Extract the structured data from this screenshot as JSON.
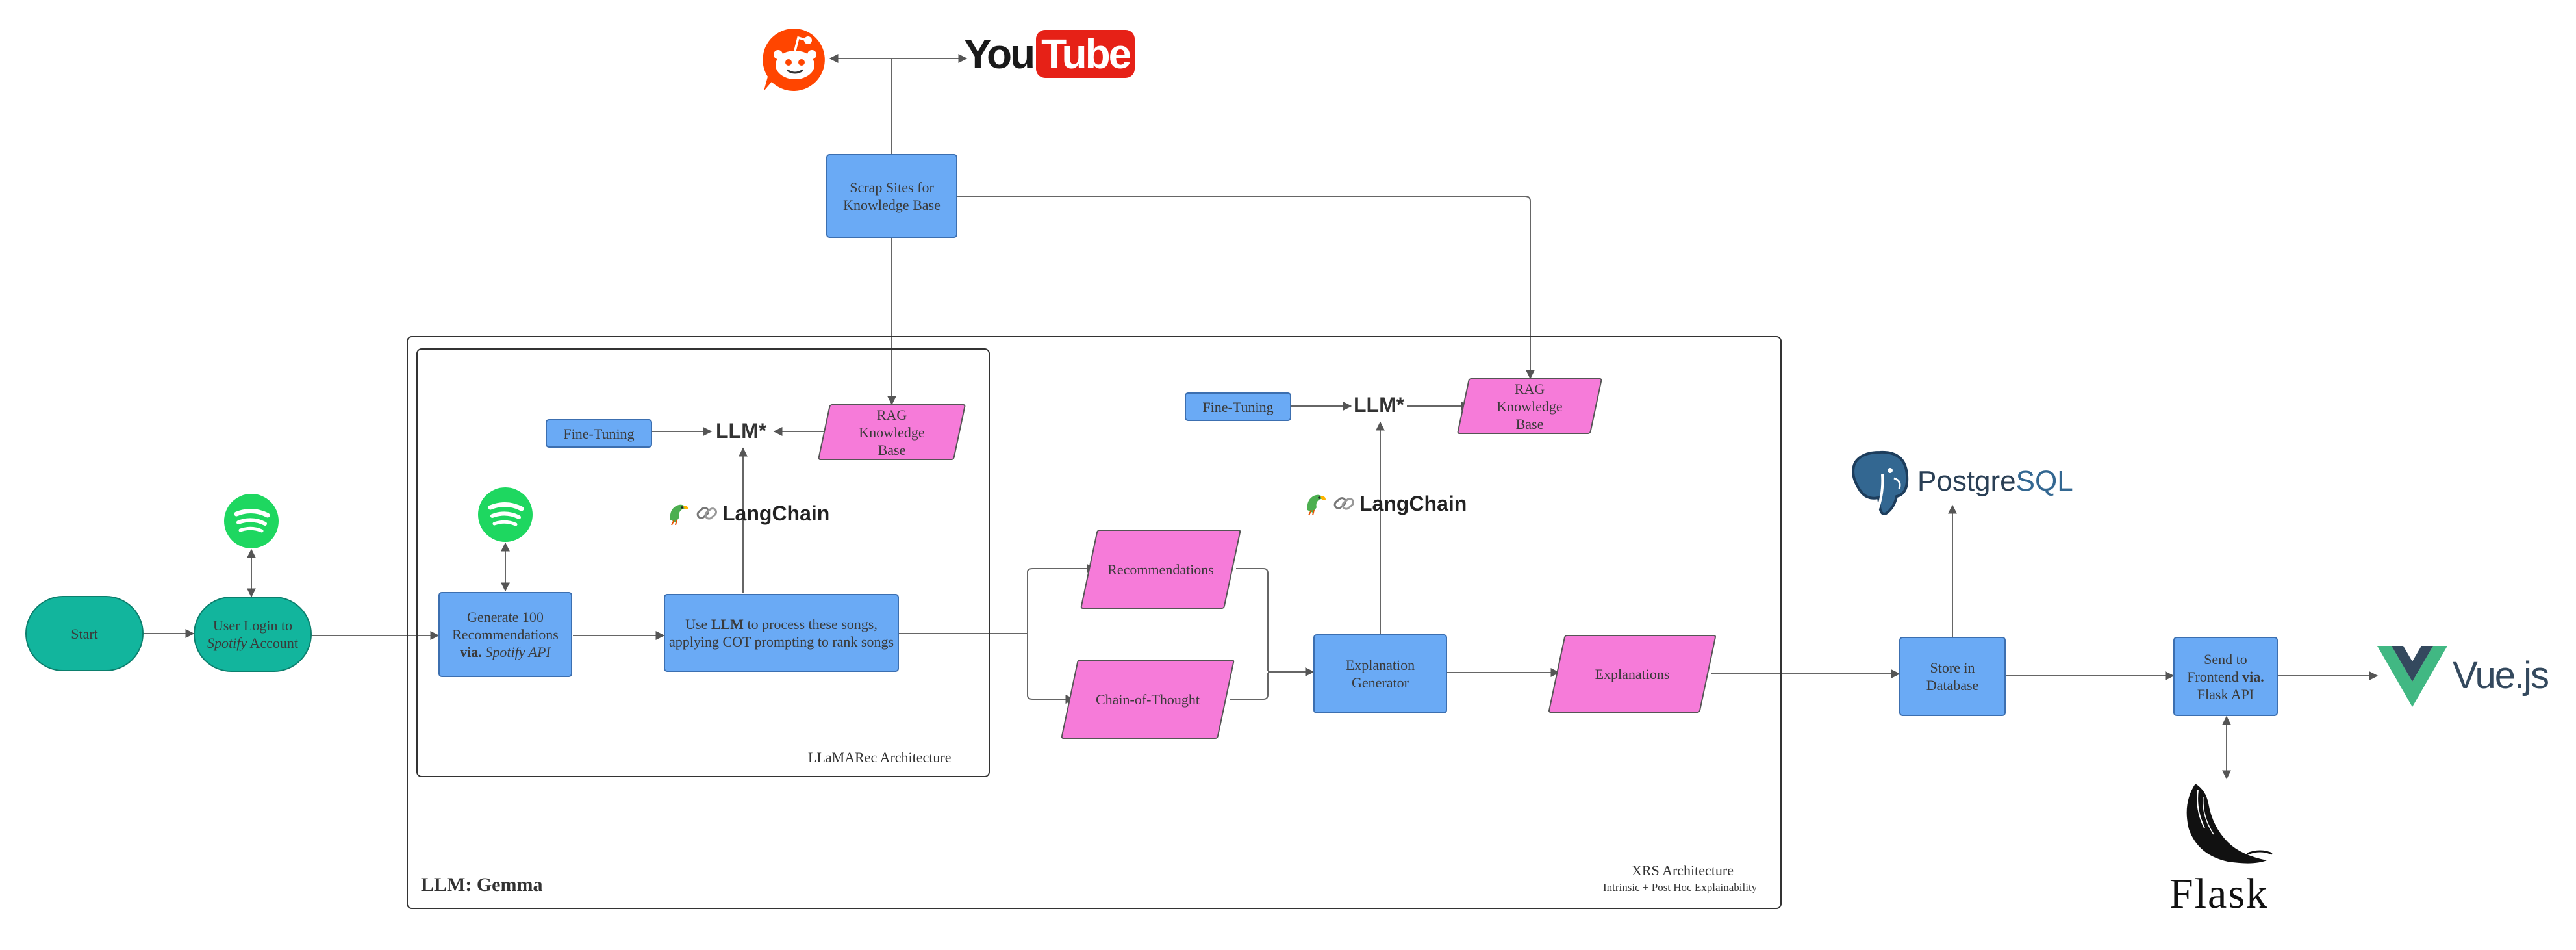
{
  "nodes": {
    "start": "Start",
    "user_login": "User Login to Spotify Account",
    "generate": "Generate 100 Recommendations via. Spotify API",
    "use_llm": "Use LLM to process these songs, applying COT prompting to rank songs",
    "scrap_sites": "Scrap Sites for Knowledge Base",
    "rag_inner": "RAG Knowledge Base",
    "rag_xrs": "RAG Knowledge Base",
    "fine_tuning_inner": "Fine-Tuning",
    "fine_tuning_xrs": "Fine-Tuning",
    "llm_inner": "LLM*",
    "llm_xrs": "LLM*",
    "langchain_inner": "LangChain",
    "langchain_xrs": "LangChain",
    "recommendations": "Recommendations",
    "chain_of_thought": "Chain-of-Thought",
    "explanation_generator": "Explanation Generator",
    "explanations": "Explanations",
    "store_db": "Store in Database",
    "send_frontend": "Send to Frontend via. Flask API"
  },
  "rich": {
    "user_login": {
      "line1": "User Login to",
      "em": "Spotify",
      "rest": " Account"
    },
    "generate": {
      "line1": "Generate 100",
      "line2": "Recommendations",
      "b": "via.",
      "em": "Spotify API"
    },
    "use_llm": {
      "pre": "Use ",
      "b": "LLM",
      "post": " to process these songs,",
      "line2": "applying COT prompting to rank songs"
    },
    "scrap": {
      "line1": "Scrap Sites for",
      "line2": "Knowledge Base"
    },
    "rag": {
      "line1": "RAG Knowledge",
      "line2": "Base"
    },
    "expgen": {
      "line1": "Explanation",
      "line2": "Generator"
    },
    "store": {
      "line1": "Store in",
      "line2": "Database"
    },
    "send": {
      "line1": "Send to",
      "line2a": "Frontend ",
      "b": "via.",
      "line3": "Flask API"
    }
  },
  "labels": {
    "llamarec": "LLaMARec Architecture",
    "xrs_title": "XRS Architecture",
    "xrs_sub": "Intrinsic + Post Hoc Explainability",
    "llm_model": "LLM: Gemma"
  },
  "brands": {
    "youtube_you": "You",
    "youtube_tube": "Tube",
    "postgres_a": "Postgre",
    "postgres_b": "SQL",
    "vue": "Vue.js",
    "flask": "Flask"
  },
  "icons": [
    "reddit-logo-icon",
    "youtube-logo-icon",
    "spotify-logo-icon",
    "postgresql-logo-icon",
    "vuejs-logo-icon",
    "flask-logo-icon",
    "parrot-icon",
    "chain-link-icon"
  ],
  "colors": {
    "process_blue": "#6aaaf5",
    "terminal_green": "#12b59d",
    "data_pink": "#f67bd9",
    "spotify_green": "#1ed760",
    "reddit_orange": "#ff4500",
    "youtube_red": "#e62117",
    "postgres_blue": "#336791",
    "vue_green": "#41b883",
    "vue_dark": "#34495e"
  }
}
